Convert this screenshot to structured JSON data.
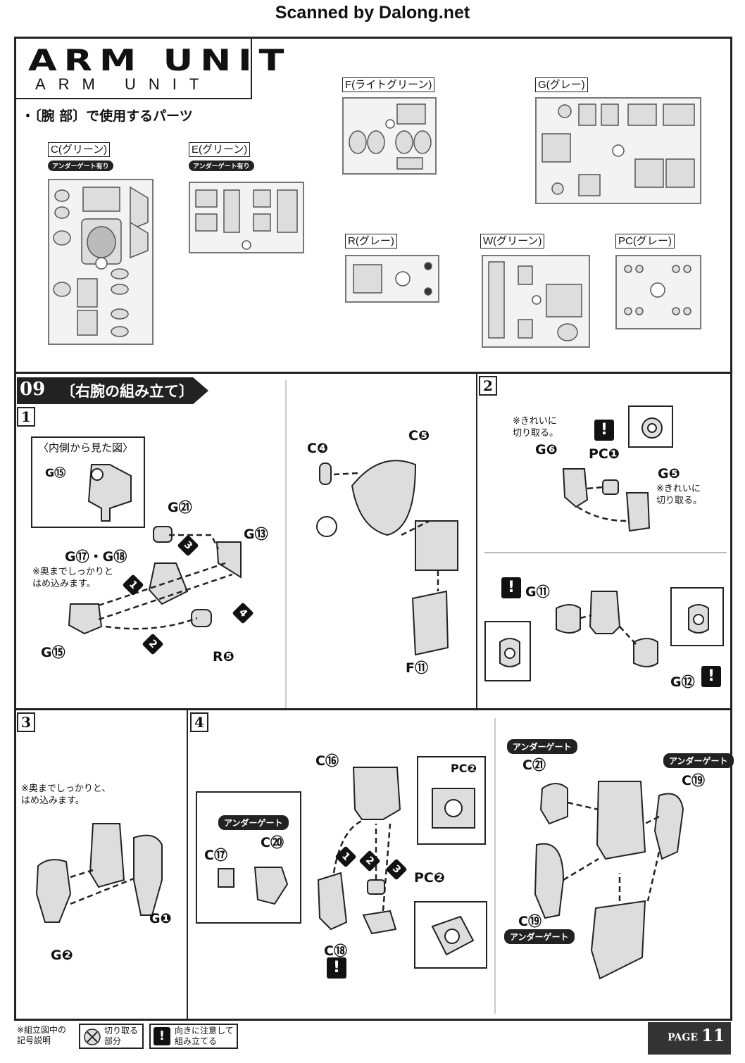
{
  "scan_credit": "Scanned by Dalong.net",
  "header": {
    "logo_big": "ARM UNIT",
    "logo_small": "ARM UNIT"
  },
  "parts_heading": "・〔腕 部〕で使用するパーツ",
  "runners": {
    "C": {
      "label": "C(グリーン)",
      "badge": "アンダーゲート有り"
    },
    "E": {
      "label": "E(グリーン)",
      "badge": "アンダーゲート有り"
    },
    "F": {
      "label": "F(ライトグリーン)"
    },
    "G": {
      "label": "G(グレー)"
    },
    "R": {
      "label": "R(グレー)"
    },
    "W": {
      "label": "W(グリーン)"
    },
    "PC": {
      "label": "PC(グレー)"
    }
  },
  "step": {
    "number": "09",
    "title": "〔右腕の組み立て〕"
  },
  "sub1": {
    "number": "1",
    "inset_title": "〈内側から見た図〉",
    "labels": {
      "g15_inset": "G⑮",
      "g21": "G㉑",
      "g13": "G⑬",
      "g17_18": "G⑰・G⑱",
      "g15": "G⑮",
      "r5": "R❺",
      "c4": "C❹",
      "c5": "C❺",
      "f11": "F⑪"
    },
    "note": "※奥までしっかりと\nはめ込みます。",
    "seq": [
      "1",
      "2",
      "3",
      "4"
    ]
  },
  "sub2": {
    "number": "2",
    "labels": {
      "g6": "G❻",
      "pc1": "PC❶",
      "g5": "G❺",
      "g11": "G⑪",
      "g12": "G⑫"
    },
    "note_clean_1": "※きれいに\n切り取る。",
    "note_clean_2": "※きれいに\n切り取る。"
  },
  "sub3": {
    "number": "3",
    "note": "※奥までしっかりと、\nはめ込みます。",
    "labels": {
      "g1": "G❶",
      "g2": "G❷"
    }
  },
  "sub4": {
    "number": "4",
    "under_gate": "アンダーゲート",
    "labels": {
      "c16": "C⑯",
      "pc2_top": "PC❷",
      "c20": "C⑳",
      "c17": "C⑰",
      "pc2": "PC❷",
      "c18": "C⑱",
      "c21": "C㉑",
      "c19_top": "C⑲",
      "c19_bottom": "C⑲"
    },
    "seq": [
      "1",
      "2",
      "3"
    ]
  },
  "legend": {
    "title": "※組立図中の\n記号説明",
    "cut": "切り取る\n部分",
    "orient": "向きに注意して\n組み立てる"
  },
  "page": {
    "prefix": "PAGE",
    "number": "11"
  }
}
